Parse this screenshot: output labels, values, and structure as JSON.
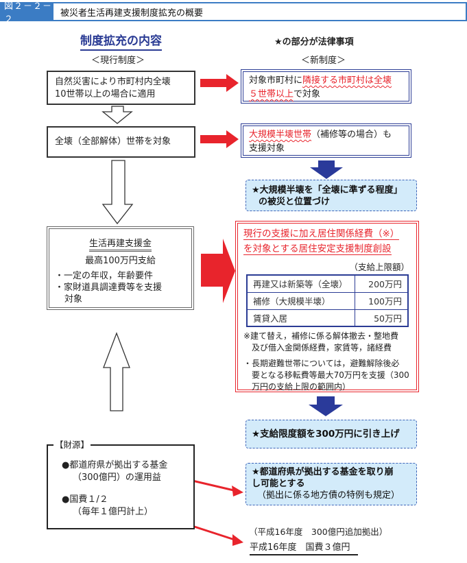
{
  "header": {
    "figure_number": "図２－２－２",
    "title": "被災者生活再建支援制度拡充の概要"
  },
  "section_title": "制度拡充の内容",
  "legal_note": "★の部分が法律事項",
  "columns": {
    "current_label": "＜現行制度＞",
    "new_label": "＜新制度＞"
  },
  "current": {
    "box1_line1": "自然災害により市町村内全壊",
    "box1_line2": "10世帯以上の場合に適用",
    "box2": "全壊（全部解体）世帯を対象",
    "box3": {
      "title": "生活再建支援金",
      "amount": "最高100万円支給",
      "bullet1": "・一定の年収，年齢要件",
      "bullet2_line1": "・家財道具調達費等を支援",
      "bullet2_line2": "対象"
    },
    "funding": {
      "label": "【財源】",
      "item1_line1": "●都道府県が拠出する基金",
      "item1_line2": "（300億円）の運用益",
      "item2_line1": "●国費１/２",
      "item2_line2": "（毎年１億円計上）"
    }
  },
  "new": {
    "box1": {
      "black_start": "対象市町村に",
      "red_1": "隣接する市町村は全壊",
      "red_2": "５世帯以上",
      "black_end": "で対象"
    },
    "box2": {
      "red": "大規模半壊世帯",
      "black_1": "（補修等の場合）も",
      "black_2": "支援対象"
    },
    "star1_line1": "★大規模半壊を「全壊に準ずる程度」",
    "star1_line2": "の被災と位置づけ",
    "residence": {
      "head_line1": "現行の支援に加え居住関係経費（※）",
      "head_line2": "を対象とする居住安定支援制度創設",
      "limit_label": "（支給上限額）",
      "rows": [
        {
          "item": "再建又は新築等（全壊）",
          "amount": "200万円"
        },
        {
          "item": "補修（大規模半壊）",
          "amount": "100万円"
        },
        {
          "item": "賃貸入居",
          "amount": "50万円"
        }
      ],
      "note1_line1": "※建て替え，補修に係る解体撤去・整地費",
      "note1_line2": "及び借入金関係経費，家賃等，諸経費",
      "note2_line1": "・長期避難世帯については，避難解除後必",
      "note2_line2": "要となる移転費等最大70万円を支援（300",
      "note2_line3": "万円の支給上限の範囲内）"
    },
    "star2": "★支給限度額を300万円に引き上げ",
    "star3_line1": "★都道府県が拠出する基金を取り崩",
    "star3_line2": "し可能とする",
    "star3_line3": "（拠出に係る地方債の特例も規定）",
    "fund_note1": "（平成16年度　300億円追加拠出）",
    "fund_note2": "平成16年度　国費３億円"
  },
  "colors": {
    "accent_blue": "#3b7cc4",
    "navy": "#2a3b94",
    "red": "#e8242c",
    "light_blue": "#d3ebfa"
  }
}
